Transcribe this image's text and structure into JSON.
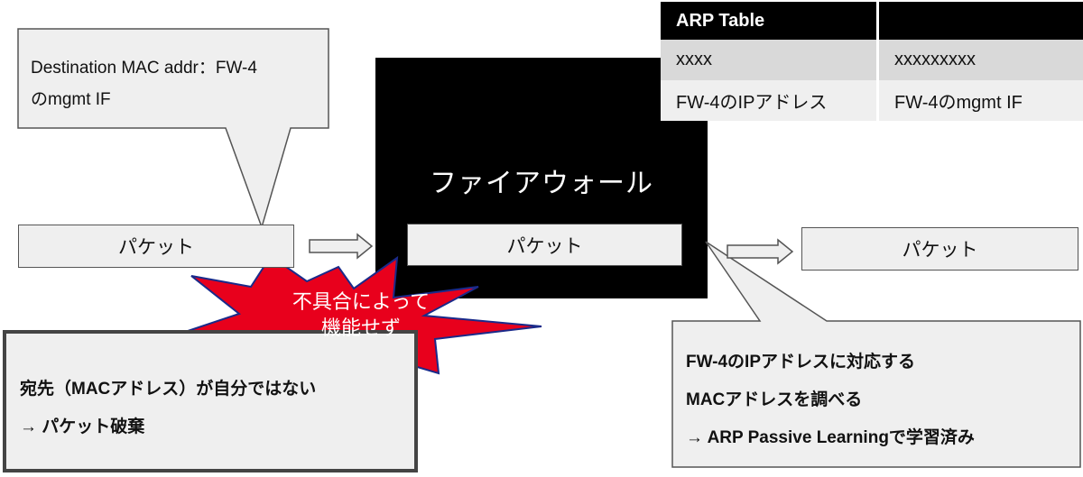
{
  "left_callout": {
    "line1": "Destination MAC addr：FW-4",
    "line2": "のmgmt IF"
  },
  "incoming_packet": {
    "label": "パケット"
  },
  "firewall": {
    "title": "ファイアウォール",
    "packet_label": "パケット"
  },
  "outgoing_packet": {
    "label": "パケット"
  },
  "arp_table": {
    "header": [
      "ARP Table",
      ""
    ],
    "rows": [
      [
        "xxxx",
        "xxxxxxxxx"
      ],
      [
        "FW-4のIPアドレス",
        "FW-4のmgmt IF"
      ]
    ]
  },
  "failure_burst": {
    "line1": "不具合によって",
    "line2": "機能せず"
  },
  "discard_note": {
    "line1": "宛先（MACアドレス）が自分ではない",
    "line2": "→ パケット破棄"
  },
  "learning_callout": {
    "line1": "FW-4のIPアドレスに対応する",
    "line2": "MACアドレスを調べる",
    "line3": "→ ARP Passive Learningで学習済み"
  },
  "colors": {
    "box_fill": "#efefef",
    "firewall_fill": "#000000",
    "burst_fill": "#e8001c",
    "burst_outline": "#1a2a8a",
    "table_header": "#000000",
    "table_row1": "#d9d9d9",
    "table_row2": "#efefef"
  }
}
